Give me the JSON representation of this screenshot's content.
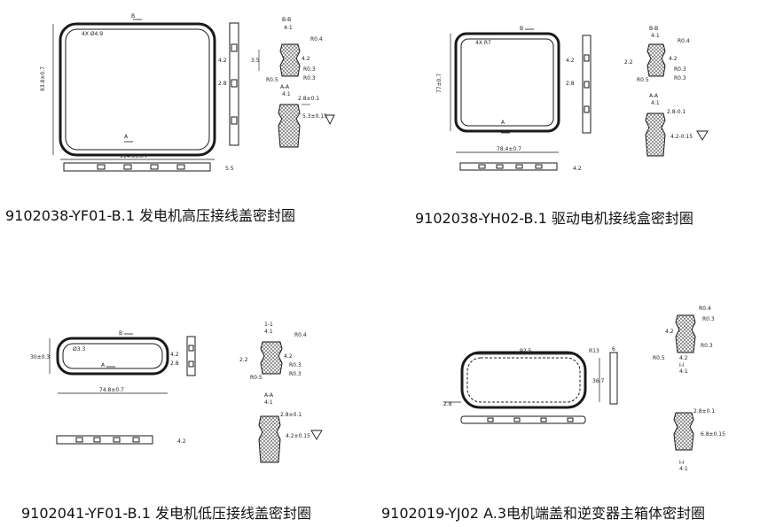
{
  "colors": {
    "line": "#1a1a1a",
    "hatch": "#555555",
    "background": "#ffffff"
  },
  "drawings": [
    {
      "caption": "9102038-YF01-B.1 发电机高压接线盖密封圈",
      "labels": {
        "dim_width": "114.8±0.7",
        "dim_height": "93.8±0.7",
        "holes": "4X Ø4.9",
        "cut_b": "B",
        "cut_a": "A",
        "side_dim": "4.2",
        "side_dim2": "2.8",
        "bottom_thk": "5.5",
        "sec_bb_title": "B-B",
        "sec_bb_scale": "4:1",
        "r04": "R0.4",
        "r03a": "R0.3",
        "r03b": "R0.3",
        "r05": "R0.5",
        "d35": "3.5",
        "d42": "4.2",
        "sec_aa_title": "A-A",
        "sec_aa_scale": "4:1",
        "w28": "2.8±0.1",
        "h53": "5.3±0.15"
      }
    },
    {
      "caption": "9102038-YH02-B.1 驱动电机接线盒密封圈",
      "labels": {
        "dim_width": "78.4±0.7",
        "dim_height": "77±0.7",
        "holes": "4X R7",
        "cut_b": "B",
        "cut_a": "A",
        "side_dim": "4.2",
        "side_dim2": "2.8",
        "bottom_thk": "4.2",
        "sec_bb_title": "B-B",
        "sec_bb_scale": "4:1",
        "r04": "R0.4",
        "r03a": "R0.3",
        "r03b": "R0.3",
        "r05": "R0.5",
        "d35": "2.2",
        "d42": "4.2",
        "sec_aa_title": "A-A",
        "sec_aa_scale": "4:1",
        "w28": "2.8-0.1",
        "h53": "4.2-0.15"
      }
    },
    {
      "caption": "9102041-YF01-B.1 发电机低压接线盖密封圈",
      "labels": {
        "dim_width": "74.8±0.7",
        "dim_height": "30±0.3",
        "holes": "Ø3.3",
        "cut_b": "B",
        "cut_a": "A",
        "side_dim": "4.2",
        "side_dim2": "2.8",
        "bottom_thk": "4.2",
        "sec_bb_title": "1-1",
        "sec_bb_scale": "4:1",
        "r04": "R0.4",
        "r03a": "R0.3",
        "r03b": "R0.3",
        "r05": "R0.5",
        "d35": "2.2",
        "d42": "4.2",
        "sec_aa_title": "A-A",
        "sec_aa_scale": "4:1",
        "w28": "2.8±0.1",
        "h53": "4.2±0.15"
      }
    },
    {
      "caption": "9102019-YJ02 A.3电机端盖和逆变器主箱体密封圈",
      "labels": {
        "dim_width": "92.5",
        "dim_height": "36.7",
        "r13": "R13",
        "side_dim": "6",
        "left_dim": "2.8",
        "r04": "R0.4",
        "r03a": "R0.3",
        "r03b": "R0.3",
        "r05": "R0.5",
        "d42": "4.2",
        "d42b": "4.2",
        "sec_title": "I-I",
        "sec_scale": "4:1",
        "w28": "2.8±0.1",
        "h68": "6.8±0.15",
        "sec2_title": "I-I",
        "sec2_scale": "4:1"
      }
    }
  ]
}
